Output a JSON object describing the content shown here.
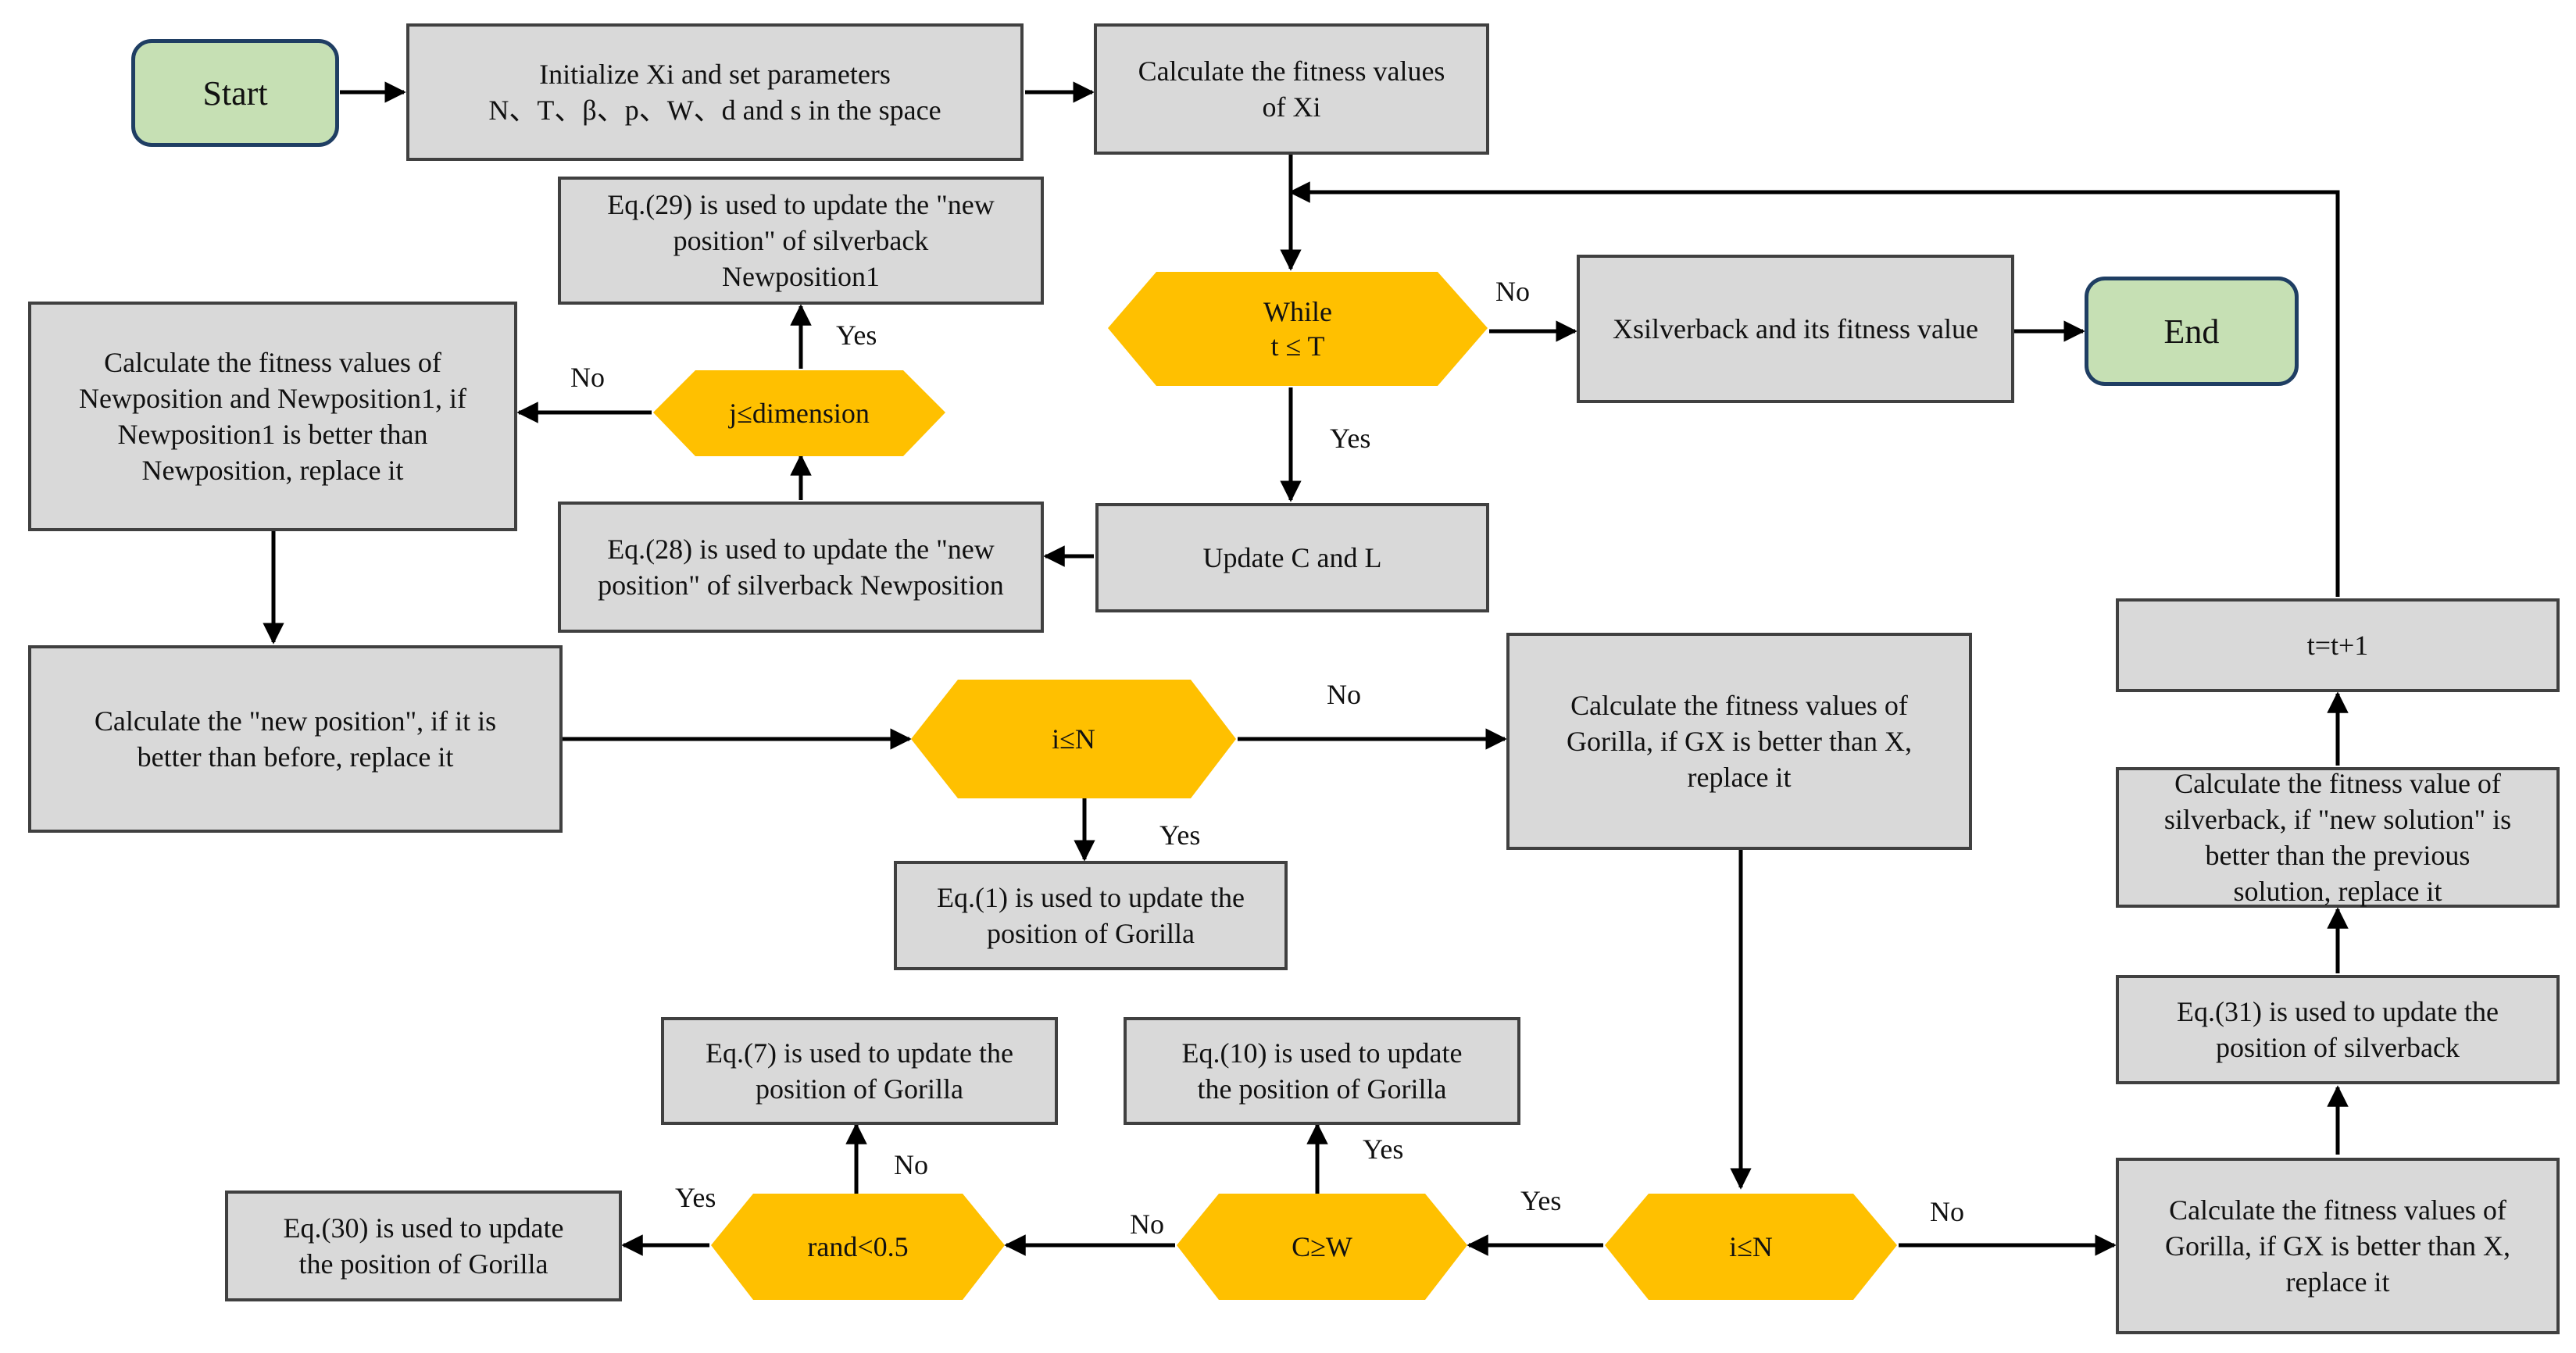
{
  "colors": {
    "process_fill": "#d9d9d9",
    "decision_fill": "#ffc000",
    "terminal_fill": "#c6e0b4",
    "terminal_border": "#1f3e63",
    "line": "#000000"
  },
  "nodes": {
    "start": "Start",
    "end": "End",
    "init": {
      "line1": "Initialize Xi and set parameters",
      "line2": "N、T、β、p、W、d and s in the space"
    },
    "calc_fitness_xi": {
      "line1": "Calculate the fitness values",
      "line2": "of Xi"
    },
    "while": {
      "line1": "While",
      "line2": "t ≤ T"
    },
    "output": "Xsilverback and its fitness value",
    "update_cl": "Update C and L",
    "eq28": {
      "line1": "Eq.(28) is used to update the \"new",
      "line2": "position\" of silverback Newposition"
    },
    "dimension": "j≤dimension",
    "eq29": {
      "line1": "Eq.(29) is used to update the \"new",
      "line2": "position\" of silverback",
      "line3": "Newposition1"
    },
    "calc_newpos": {
      "line1": "Calculate the fitness values of",
      "line2": "Newposition and Newposition1, if",
      "line3": "Newposition1 is better than",
      "line4": "Newposition, replace it"
    },
    "calc_new_position": {
      "line1": "Calculate the \"new position\", if it is",
      "line2": "better than before, replace it"
    },
    "i_le_n_top": "i≤N",
    "eq1": {
      "line1": "Eq.(1) is used to update the",
      "line2": "position of Gorilla"
    },
    "calc_gorilla_top": {
      "line1": "Calculate the fitness values of",
      "line2": "Gorilla, if GX is better than X,",
      "line3": "replace it"
    },
    "i_le_n_bottom": "i≤N",
    "c_ge_w": "C≥W",
    "rand": "rand<0.5",
    "eq30": {
      "line1": "Eq.(30) is used to update",
      "line2": "the position of Gorilla"
    },
    "eq7": {
      "line1": "Eq.(7) is used to update the",
      "line2": "position of Gorilla"
    },
    "eq10": {
      "line1": "Eq.(10) is used to update",
      "line2": "the position of Gorilla"
    },
    "calc_gorilla_bottom": {
      "line1": "Calculate the fitness values of",
      "line2": "Gorilla, if GX is better than X,",
      "line3": "replace it"
    },
    "eq31": {
      "line1": "Eq.(31) is used to update the",
      "line2": "position of silverback"
    },
    "calc_silverback": {
      "line1": "Calculate the fitness value of",
      "line2": "silverback, if \"new solution\" is",
      "line3": "better than the previous",
      "line4": "solution, replace it"
    },
    "t_inc": "t=t+1"
  },
  "edge_labels": {
    "while_no": "No",
    "while_yes": "Yes",
    "dim_yes": "Yes",
    "dim_no": "No",
    "itop_no": "No",
    "itop_yes": "Yes",
    "ibot_yes": "Yes",
    "ibot_no": "No",
    "cw_yes": "Yes",
    "cw_no": "No",
    "rand_yes": "Yes",
    "rand_no": "No"
  }
}
